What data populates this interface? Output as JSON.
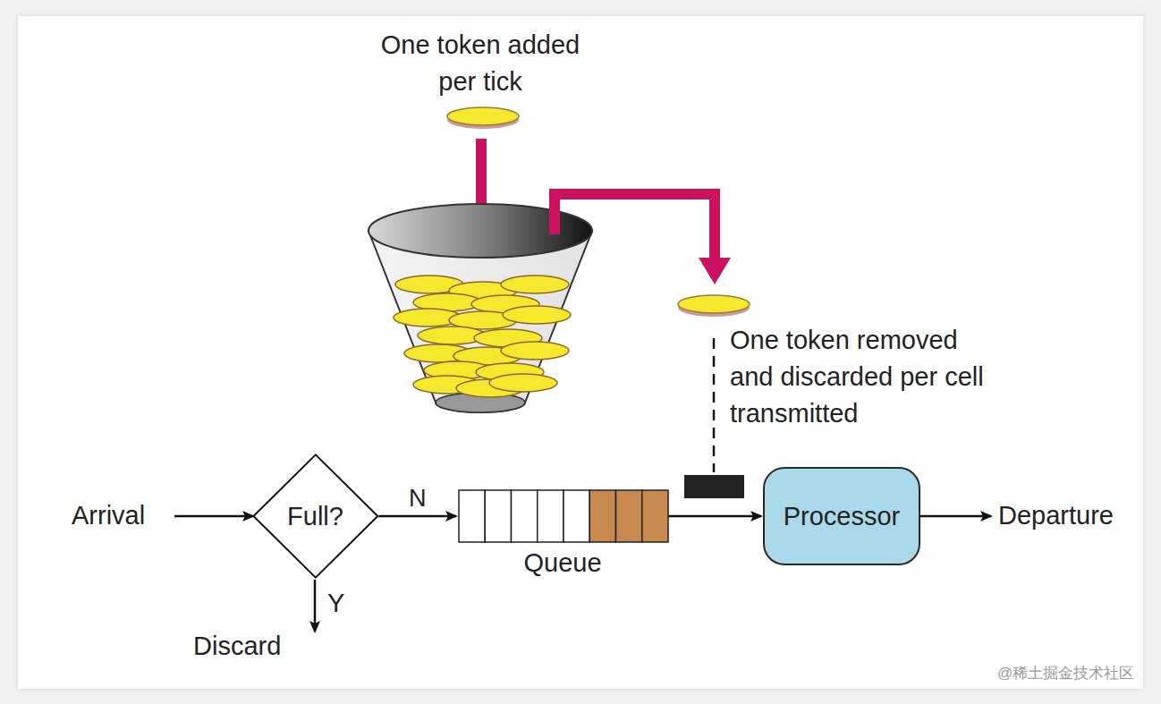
{
  "diagram": {
    "nodes": [
      {
        "text": [
          "Full?"
        ]
      },
      {
        "text": [
          "Queue"
        ]
      },
      {
        "text": [
          "Processor"
        ]
      }
    ],
    "edges": [
      {
        "from": 0,
        "to": 1,
        "label": "N",
        "arrow": "to"
      },
      {
        "from": 1,
        "to": 2,
        "arrow": "to"
      }
    ],
    "labels": [
      "One token added per tick",
      "One token removed and discarded per cell transmitted",
      "Arrival",
      "Departure",
      "Y",
      "Discard",
      "@稀土掘金技术社区"
    ]
  }
}
